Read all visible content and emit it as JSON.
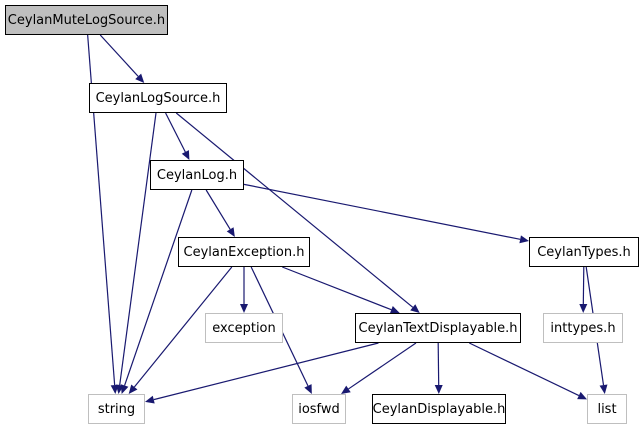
{
  "diagram": {
    "nodes": [
      {
        "id": "mute",
        "label": "CeylanMuteLogSource.h",
        "kind": "root"
      },
      {
        "id": "logsource",
        "label": "CeylanLogSource.h",
        "kind": "local"
      },
      {
        "id": "log",
        "label": "CeylanLog.h",
        "kind": "local"
      },
      {
        "id": "exception_h",
        "label": "CeylanException.h",
        "kind": "local"
      },
      {
        "id": "types",
        "label": "CeylanTypes.h",
        "kind": "local"
      },
      {
        "id": "exception",
        "label": "exception",
        "kind": "system"
      },
      {
        "id": "textdisp",
        "label": "CeylanTextDisplayable.h",
        "kind": "local"
      },
      {
        "id": "inttypes",
        "label": "inttypes.h",
        "kind": "system"
      },
      {
        "id": "string",
        "label": "string",
        "kind": "system"
      },
      {
        "id": "iosfwd",
        "label": "iosfwd",
        "kind": "system"
      },
      {
        "id": "disp",
        "label": "CeylanDisplayable.h",
        "kind": "local"
      },
      {
        "id": "list",
        "label": "list",
        "kind": "system"
      }
    ],
    "edges": [
      {
        "from": "mute",
        "to": "logsource"
      },
      {
        "from": "mute",
        "to": "string"
      },
      {
        "from": "logsource",
        "to": "log"
      },
      {
        "from": "logsource",
        "to": "string"
      },
      {
        "from": "logsource",
        "to": "textdisp"
      },
      {
        "from": "log",
        "to": "exception_h"
      },
      {
        "from": "log",
        "to": "string"
      },
      {
        "from": "log",
        "to": "types"
      },
      {
        "from": "exception_h",
        "to": "exception"
      },
      {
        "from": "exception_h",
        "to": "string"
      },
      {
        "from": "exception_h",
        "to": "iosfwd"
      },
      {
        "from": "exception_h",
        "to": "textdisp"
      },
      {
        "from": "types",
        "to": "inttypes"
      },
      {
        "from": "types",
        "to": "list"
      },
      {
        "from": "textdisp",
        "to": "string"
      },
      {
        "from": "textdisp",
        "to": "iosfwd"
      },
      {
        "from": "textdisp",
        "to": "disp"
      },
      {
        "from": "textdisp",
        "to": "list"
      }
    ],
    "colors": {
      "edge": "#191970",
      "root_fill": "#bfbfbf",
      "local_border": "#000000",
      "system_border": "#bfbfbf"
    }
  }
}
